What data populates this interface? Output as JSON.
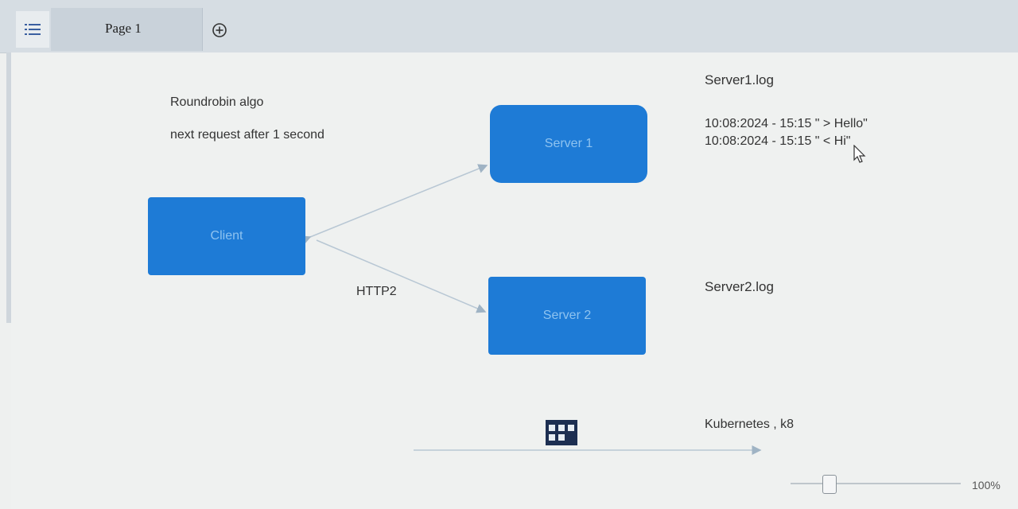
{
  "toolbar": {
    "menu_icon": "list-icon",
    "page_tab_label": "Page 1",
    "add_page_icon": "plus-circle-icon"
  },
  "notes": {
    "algo": "Roundrobin algo",
    "interval": "next request after  1 second"
  },
  "nodes": {
    "client": "Client",
    "server1": "Server 1",
    "server2": "Server 2"
  },
  "edge_label": "HTTP2",
  "server1_log": {
    "title": "Server1.log",
    "lines": [
      "10:08:2024 - 15:15  \" > Hello\"",
      "10:08:2024 - 15:15  \" < Hi\""
    ]
  },
  "server2_log": {
    "title": "Server2.log"
  },
  "footer_note": "Kubernetes  , k8",
  "zoom": {
    "level_label": "100%",
    "level": 0.2
  },
  "colors": {
    "node_fill": "#1e7bd6",
    "node_text": "#8ec3f0",
    "topbar": "#d6dde3"
  }
}
